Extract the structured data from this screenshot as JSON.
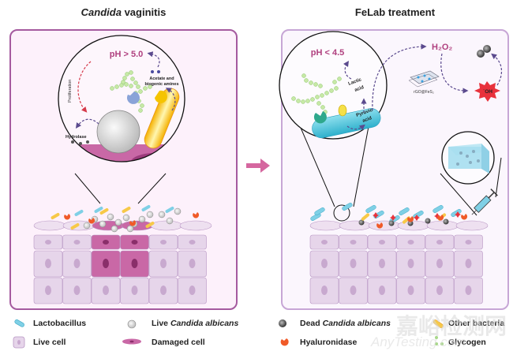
{
  "left_panel": {
    "title_italic": "Candida",
    "title_rest": " vaginitis",
    "ph_label": "pH > 5.0",
    "proliferation_label": "Proliferation",
    "acetate_line1": "Acetate and",
    "acetate_line2": "biogenic amines",
    "hydrolase_label": "Hydrolase"
  },
  "right_panel": {
    "title": "FeLab treatment",
    "ph_label": "pH < 4.5",
    "lactic_line1": "Lactic",
    "lactic_line2": "acid",
    "pyruvic_line1": "Pyruvic",
    "pyruvic_line2": "acid",
    "h2o2_label": "H₂O₂",
    "rgo_label": "rGO@FeS₂",
    "oh_label": "˙OH"
  },
  "legend": [
    {
      "icon": "lactobacillus-icon",
      "label": "Lactobacillus",
      "italic": true
    },
    {
      "icon": "live-candida-icon",
      "label_plain": "Live ",
      "label_italic": "Candida albicans"
    },
    {
      "icon": "dead-candida-icon",
      "label_plain": "Dead ",
      "label_italic": "Candida albicans"
    },
    {
      "icon": "other-bacteria-icon",
      "label": "Other bacteria"
    },
    {
      "icon": "live-cell-icon",
      "label": "Live cell"
    },
    {
      "icon": "damaged-cell-icon",
      "label": "Damaged cell"
    },
    {
      "icon": "hyaluronidase-icon",
      "label": "Hyaluronidase"
    },
    {
      "icon": "glycogen-icon",
      "label": "Glycogen"
    }
  ],
  "watermark": {
    "line1": "嘉峪检测网",
    "line2": "AnyTesting.com"
  },
  "colors": {
    "left_border": "#a55a9f",
    "right_border": "#c7a6d6",
    "ph_text": "#b0407f",
    "arrow": "#d5679f",
    "damaged_cell": "#c55a98",
    "live_cell": "#e6d5ea",
    "lactobacillus": "#7fd0e6",
    "other_bacteria": "#f7c948",
    "hyaluronidase": "#f05a28",
    "glycogen": "#a8d88a",
    "oh_star": "#e8323c"
  }
}
